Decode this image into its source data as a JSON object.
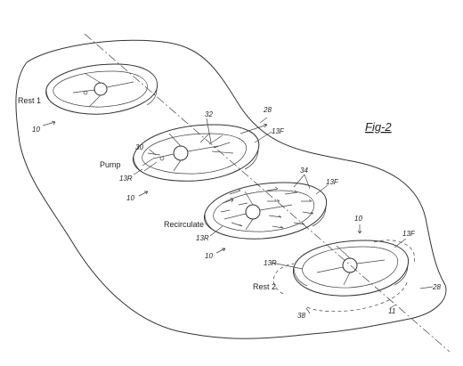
{
  "figure": {
    "title": "Fig-2"
  },
  "labels": {
    "rest1": "Rest 1",
    "pump": "Pump",
    "recirculate": "Recirculate",
    "rest2": "Rest 2"
  },
  "refs": {
    "r10a": "10",
    "r10b": "10",
    "r10c": "10",
    "r10d": "10",
    "r28a": "28",
    "r28b": "28",
    "r32": "32",
    "r30": "30",
    "r13F_pump": "13F",
    "r13R_pump": "13R",
    "r34": "34",
    "r13F_recirc": "13F",
    "r13R_recirc": "13R",
    "r13F_rest2": "13F",
    "r13R_rest2": "13R",
    "r38": "38",
    "r11": "11"
  }
}
